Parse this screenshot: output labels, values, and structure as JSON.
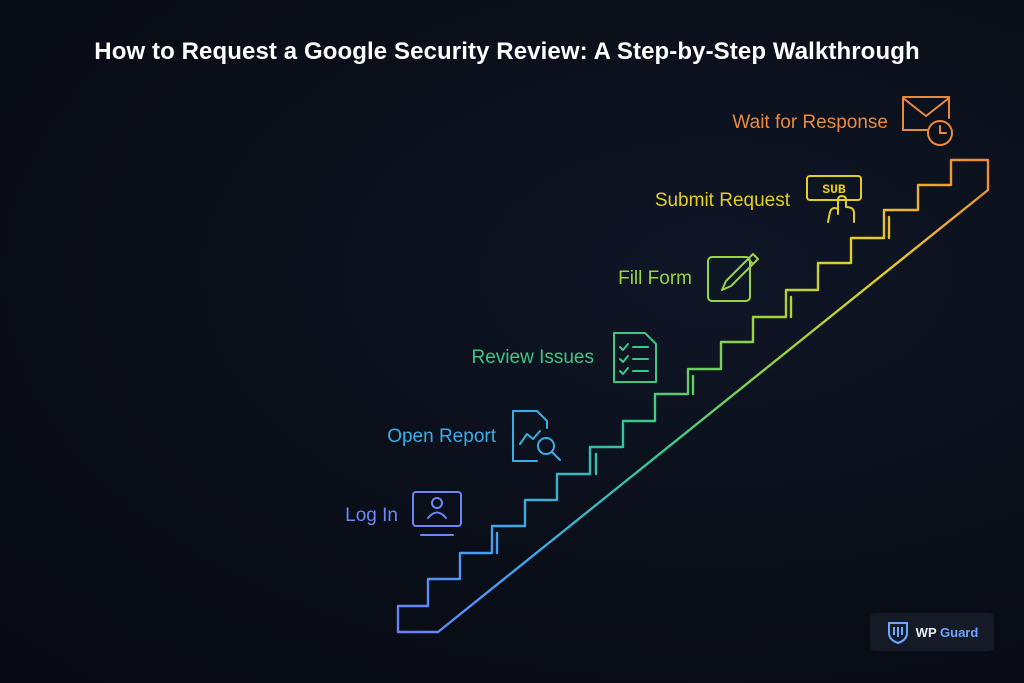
{
  "title": "How to Request a Google Security Review: A Step-by-Step Walkthrough",
  "steps": [
    {
      "label": "Log In",
      "icon": "monitor-user-icon",
      "color": "#6a86f7"
    },
    {
      "label": "Open Report",
      "icon": "report-magnifier-icon",
      "color": "#38aee6"
    },
    {
      "label": "Review Issues",
      "icon": "checklist-icon",
      "color": "#3cc882"
    },
    {
      "label": "Fill Form",
      "icon": "pencil-square-icon",
      "color": "#9ad43f"
    },
    {
      "label": "Submit Request",
      "icon": "submit-button-icon",
      "color": "#e3cf21",
      "icon_text": "SUB"
    },
    {
      "label": "Wait for Response",
      "icon": "envelope-clock-icon",
      "color": "#eb8a3d"
    }
  ],
  "logo": {
    "text_main": "WP",
    "text_sub": "Guard"
  }
}
